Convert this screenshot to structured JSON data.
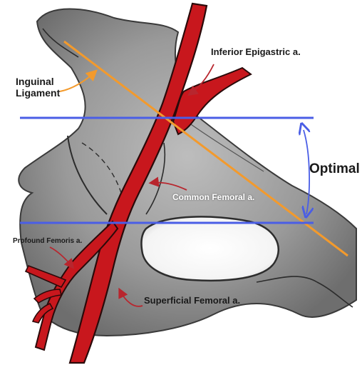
{
  "labels": {
    "inguinal_line1": "Inguinal",
    "inguinal_line2": "Ligament",
    "inferior_epigastric": "Inferior Epigastric a.",
    "optimal": "Optimal",
    "common_femoral": "Common Femoral a.",
    "profound_femoris": "Profound Femoris a.",
    "superficial_femoral": "Superficial Femoral a."
  },
  "colors": {
    "artery": "#c8171d",
    "ligament": "#f39a2c",
    "guide_lines": "#4a5ee6",
    "bone": "#8c8c8c",
    "annotation_arrow": "#b8262e"
  }
}
